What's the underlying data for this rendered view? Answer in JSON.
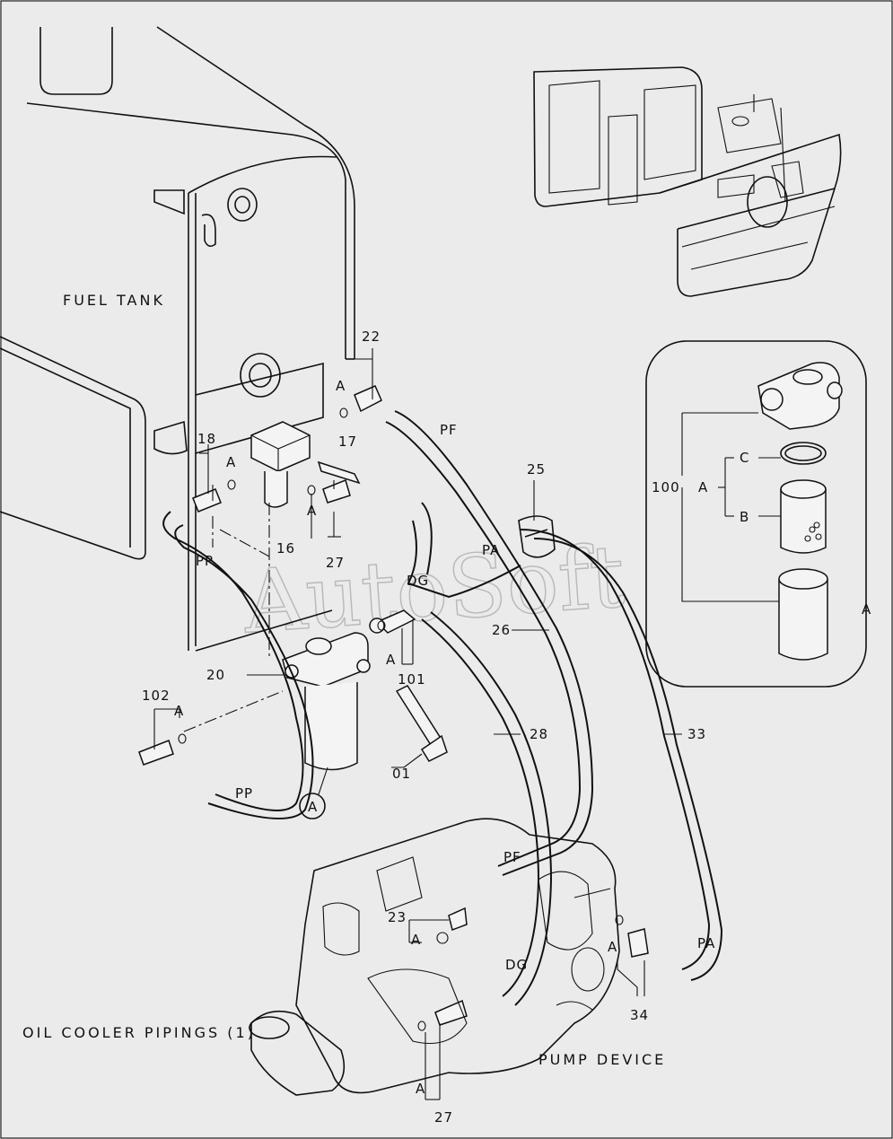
{
  "diagram": {
    "watermark": "AutoSoft",
    "section_labels": {
      "fuel_tank": "FUEL TANK",
      "oil_cooler": "OIL COOLER PIPINGS (1)",
      "pump_device": "PUMP DEVICE"
    },
    "part_numbers": {
      "p22": "22",
      "p18": "18",
      "p17": "17",
      "p25": "25",
      "p16": "16",
      "p27a": "27",
      "p26": "26",
      "p20": "20",
      "p101": "101",
      "p102": "102",
      "p28": "28",
      "p33": "33",
      "p01": "01",
      "p23": "23",
      "p34": "34",
      "p27b": "27",
      "p100": "100"
    },
    "port_labels": {
      "pf_top": "PF",
      "pp_left": "PP",
      "pa_mid": "PA",
      "dg_mid": "DG",
      "pp_bottom": "PP",
      "pf_bottom": "PF",
      "dg_bottom": "DG",
      "pa_bottom": "PA"
    },
    "callouts": {
      "a1": "A",
      "a2": "A",
      "a3": "A",
      "a4": "A",
      "a5": "A",
      "a6": "A",
      "a7": "A",
      "a8": "A",
      "a_circle": "A",
      "a_inset_side": "A",
      "inset_a": "A",
      "inset_b": "B",
      "inset_c": "C"
    }
  }
}
